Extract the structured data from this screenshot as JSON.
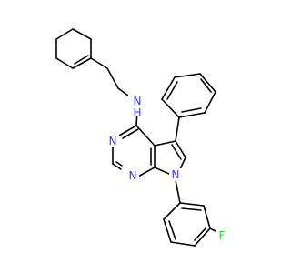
{
  "atoms": {
    "nh": {
      "label": "N",
      "sub": "H"
    },
    "n_pyr_top": {
      "label": "N"
    },
    "n_pyr_bottom": {
      "label": "N"
    },
    "n_pyrrole": {
      "label": "N"
    },
    "f": {
      "label": "F"
    }
  },
  "colors": {
    "nitrogen": "#3333ff",
    "fluorine": "#33cc33",
    "bond": "#000000",
    "background": "#ffffff"
  }
}
